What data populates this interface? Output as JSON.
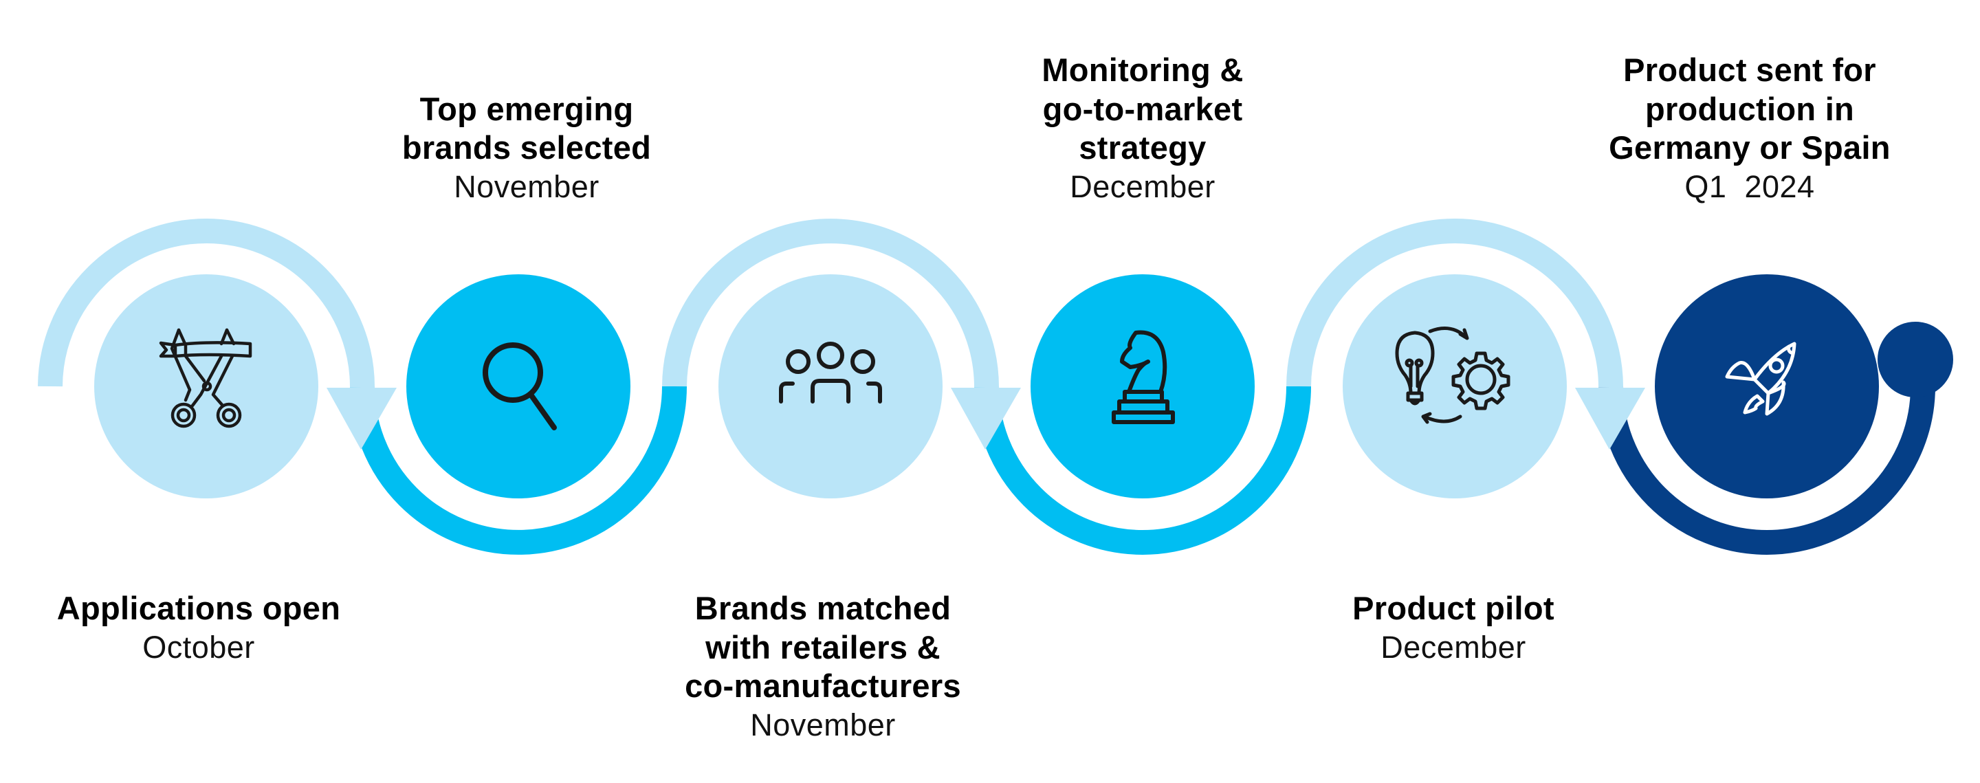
{
  "colors": {
    "light_blue": "#BAE5F8",
    "cyan": "#00BEF2",
    "navy": "#053F87",
    "icon_dark": "#1A1A1A",
    "icon_light": "#FFFFFF",
    "text": "#000000"
  },
  "steps": [
    {
      "title_lines": [
        "Applications open"
      ],
      "when": "October",
      "icon": "scissors-ribbon-icon",
      "circle_color": "light_blue",
      "label_position": "bottom"
    },
    {
      "title_lines": [
        "Top emerging",
        "brands selected"
      ],
      "when": "November",
      "icon": "magnifier-search-icon",
      "circle_color": "cyan",
      "label_position": "top"
    },
    {
      "title_lines": [
        "Brands matched",
        "with retailers &",
        "co-manufacturers"
      ],
      "when": "November",
      "icon": "team-people-icon",
      "circle_color": "light_blue",
      "label_position": "bottom"
    },
    {
      "title_lines": [
        "Monitoring &",
        "go-to-market",
        "strategy"
      ],
      "when": "December",
      "icon": "chess-knight-icon",
      "circle_color": "cyan",
      "label_position": "top"
    },
    {
      "title_lines": [
        "Product pilot"
      ],
      "when": "December",
      "icon": "idea-gear-cycle-icon",
      "circle_color": "light_blue",
      "label_position": "bottom"
    },
    {
      "title_lines": [
        "Product sent for",
        "production in",
        "Germany or Spain"
      ],
      "when": "Q1  2024",
      "icon": "rocket-icon",
      "circle_color": "navy",
      "label_position": "top"
    }
  ]
}
